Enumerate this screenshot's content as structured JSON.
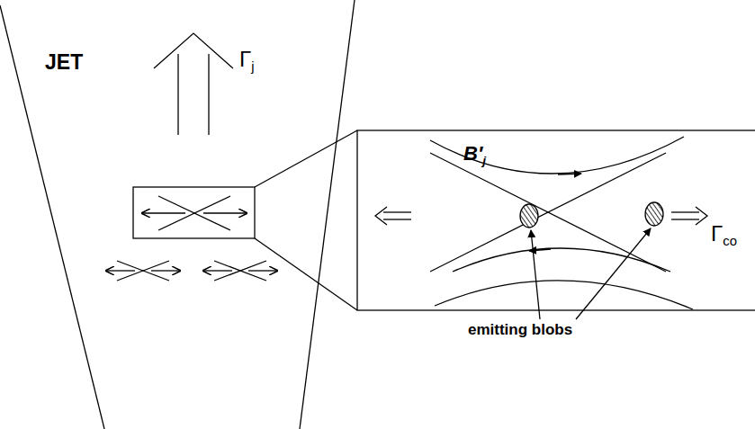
{
  "diagram": {
    "labels": [
      "JET",
      "Γj",
      "B′j",
      "Γco",
      "emitting blobs"
    ]
  }
}
